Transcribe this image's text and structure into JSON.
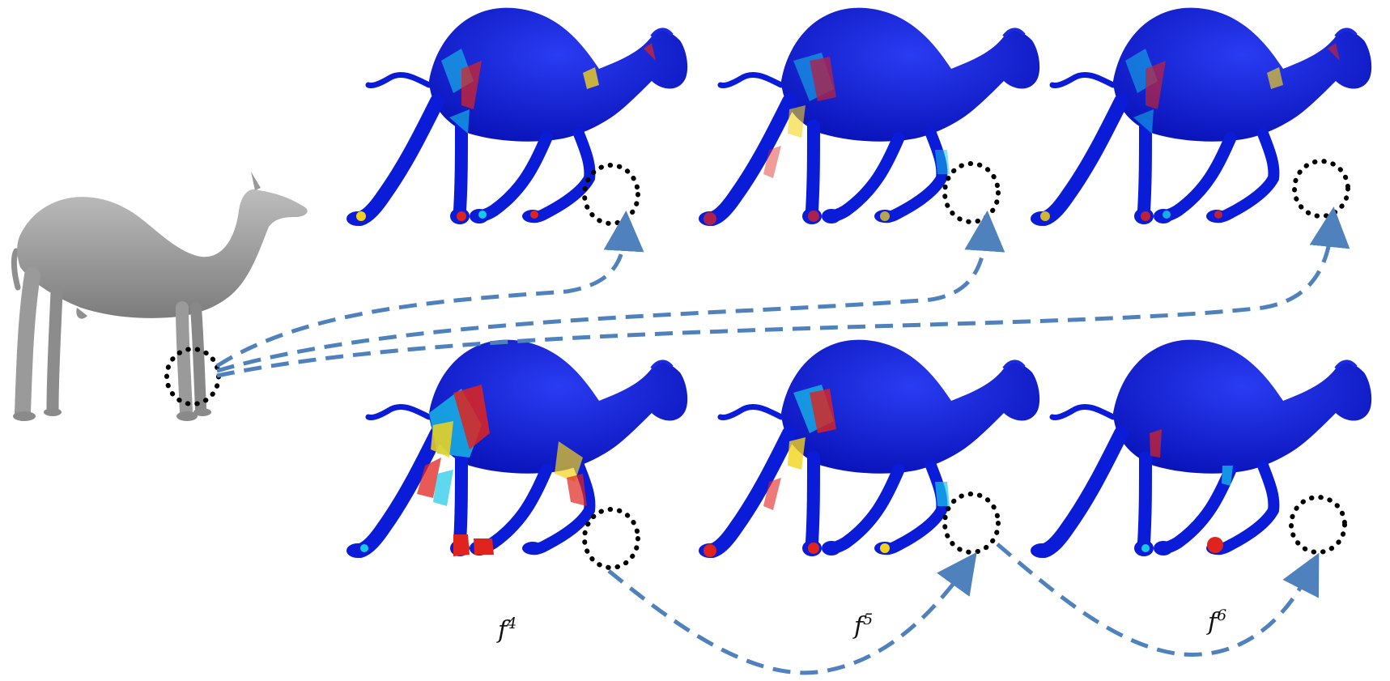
{
  "figure": {
    "labels": [
      {
        "base": "f",
        "sup": "4"
      },
      {
        "base": "f",
        "sup": "5"
      },
      {
        "base": "f",
        "sup": "6"
      }
    ]
  },
  "colors": {
    "source_mesh": "#9a9a9a",
    "low_error": "#0b1cd9",
    "mid_error": "#18c8e8",
    "high_error": "#e0231c",
    "warm_error": "#f2d31c",
    "arrow": "#4f81bd",
    "marker": "#000000"
  },
  "icons": {
    "source": "camel-mesh-gray",
    "target": "camel-mesh-error-map",
    "correspondence": "dashed-arrow",
    "region": "dotted-circle"
  }
}
